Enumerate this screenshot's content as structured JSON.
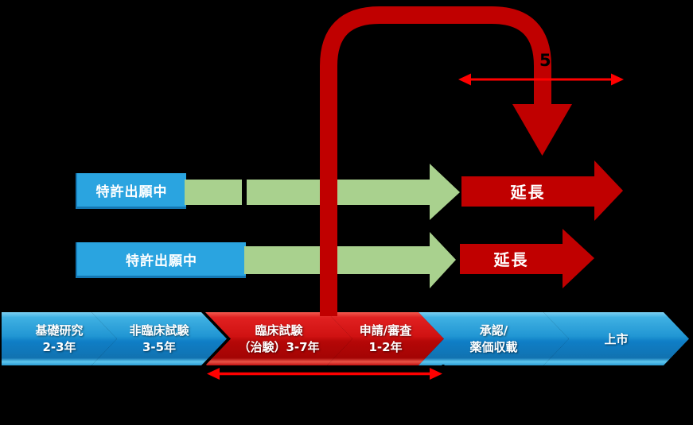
{
  "canvas": {
    "background": "#000000"
  },
  "colors": {
    "loop_red": "#c00000",
    "measure_arrow_red": "#ff0000",
    "green_bar": "#a9d18e",
    "patent_box_blue": "#2aa4e0",
    "chevron_blue": "#2196d3",
    "chevron_red": "#d01212",
    "text_white": "#ffffff",
    "annotation_black": "#000000"
  },
  "loop": {
    "annotation_label": "5"
  },
  "patent_rows": [
    {
      "box_label": "特許出願中",
      "extension_label": "延長"
    },
    {
      "box_label": "特許出願中",
      "extension_label": "延長"
    }
  ],
  "pipeline_phases": [
    {
      "line1": "基礎研究",
      "line2": "2-3年",
      "theme": "blue"
    },
    {
      "line1": "非臨床試験",
      "line2": "3-5年",
      "theme": "blue"
    },
    {
      "line1": "臨床試験",
      "line2": "（治験）3-7年",
      "theme": "red"
    },
    {
      "line1": "申請/審査",
      "line2": "1-2年",
      "theme": "red"
    },
    {
      "line1": "承認/",
      "line2": "薬価収載",
      "theme": "blue"
    },
    {
      "line1": "上市",
      "line2": "",
      "theme": "blue"
    }
  ]
}
